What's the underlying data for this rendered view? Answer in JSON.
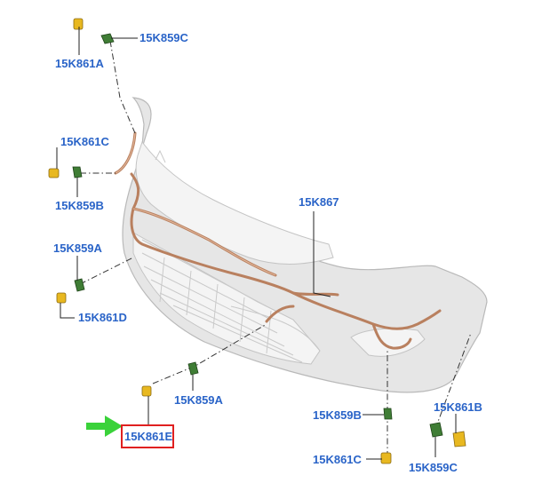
{
  "diagram": {
    "labels": [
      {
        "id": "l1",
        "text": "15K859C"
      },
      {
        "id": "l2",
        "text": "15K861A"
      },
      {
        "id": "l3",
        "text": "15K861C"
      },
      {
        "id": "l4",
        "text": "15K859B"
      },
      {
        "id": "l5",
        "text": "15K867"
      },
      {
        "id": "l6",
        "text": "15K859A"
      },
      {
        "id": "l7",
        "text": "15K861D"
      },
      {
        "id": "l8",
        "text": "15K859A"
      },
      {
        "id": "l9",
        "text": "15K861E"
      },
      {
        "id": "l10",
        "text": "15K859B"
      },
      {
        "id": "l11",
        "text": "15K861B"
      },
      {
        "id": "l12",
        "text": "15K861C"
      },
      {
        "id": "l13",
        "text": "15K859C"
      }
    ],
    "highlight": {
      "label": "15K861E",
      "box_color": "#e02020",
      "arrow_color": "#3ad23a"
    },
    "colors": {
      "label_text": "#2a64c8",
      "harness": "#b9805f",
      "sensor_yellow": "#e8b820",
      "sensor_green": "#3f7d35"
    }
  }
}
